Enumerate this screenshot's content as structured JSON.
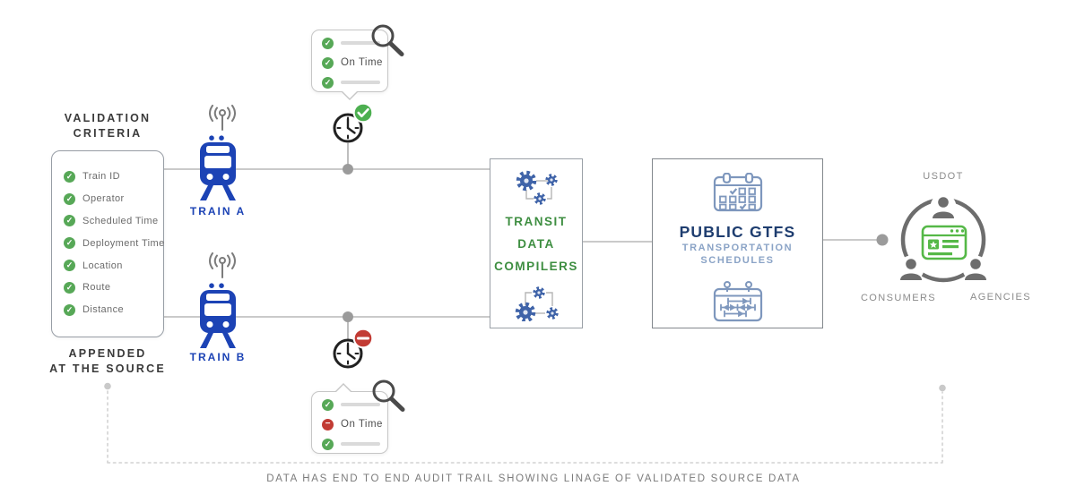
{
  "colors": {
    "train_blue": "#1c43b5",
    "success_green": "#4caf50",
    "list_check_green": "#57a857",
    "error_red": "#c23b34",
    "compiler_text_green": "#3e8e41",
    "gtfs_navy": "#1e3d6f",
    "gtfs_slate": "#8aa3c6",
    "calendar_slate": "#7e97bd",
    "browser_green": "#55b847",
    "wire_gray": "#b8b8b8",
    "heading_dark": "#3a3a3a",
    "body_gray": "#6b6b6b",
    "muted_gray": "#8b8b8b"
  },
  "validation": {
    "title_line1": "VALIDATION",
    "title_line2": "CRITERIA",
    "items": [
      "Train ID",
      "Operator",
      "Scheduled Time",
      "Deployment Time",
      "Location",
      "Route",
      "Distance"
    ],
    "footer_line1": "APPENDED",
    "footer_line2": "AT THE SOURCE"
  },
  "trains": {
    "a": {
      "label": "TRAIN A"
    },
    "b": {
      "label": "TRAIN B"
    }
  },
  "tooltips": {
    "a": {
      "row2_text": "On Time",
      "row1_status": "ok",
      "row2_status": "ok",
      "row3_status": "ok"
    },
    "b": {
      "row2_text": "On Time",
      "row1_status": "ok",
      "row2_status": "error",
      "row3_status": "ok"
    }
  },
  "compilers": {
    "line1": "TRANSIT",
    "line2": "DATA",
    "line3": "COMPILERS"
  },
  "gtfs": {
    "title": "PUBLIC GTFS",
    "subtitle_line1": "TRANSPORTATION",
    "subtitle_line2": "SCHEDULES"
  },
  "stakeholders": {
    "top_label": "USDOT",
    "left_label": "CONSUMERS",
    "right_label": "AGENCIES"
  },
  "caption": "DATA HAS END TO END AUDIT TRAIL SHOWING LINAGE OF VALIDATED SOURCE DATA"
}
